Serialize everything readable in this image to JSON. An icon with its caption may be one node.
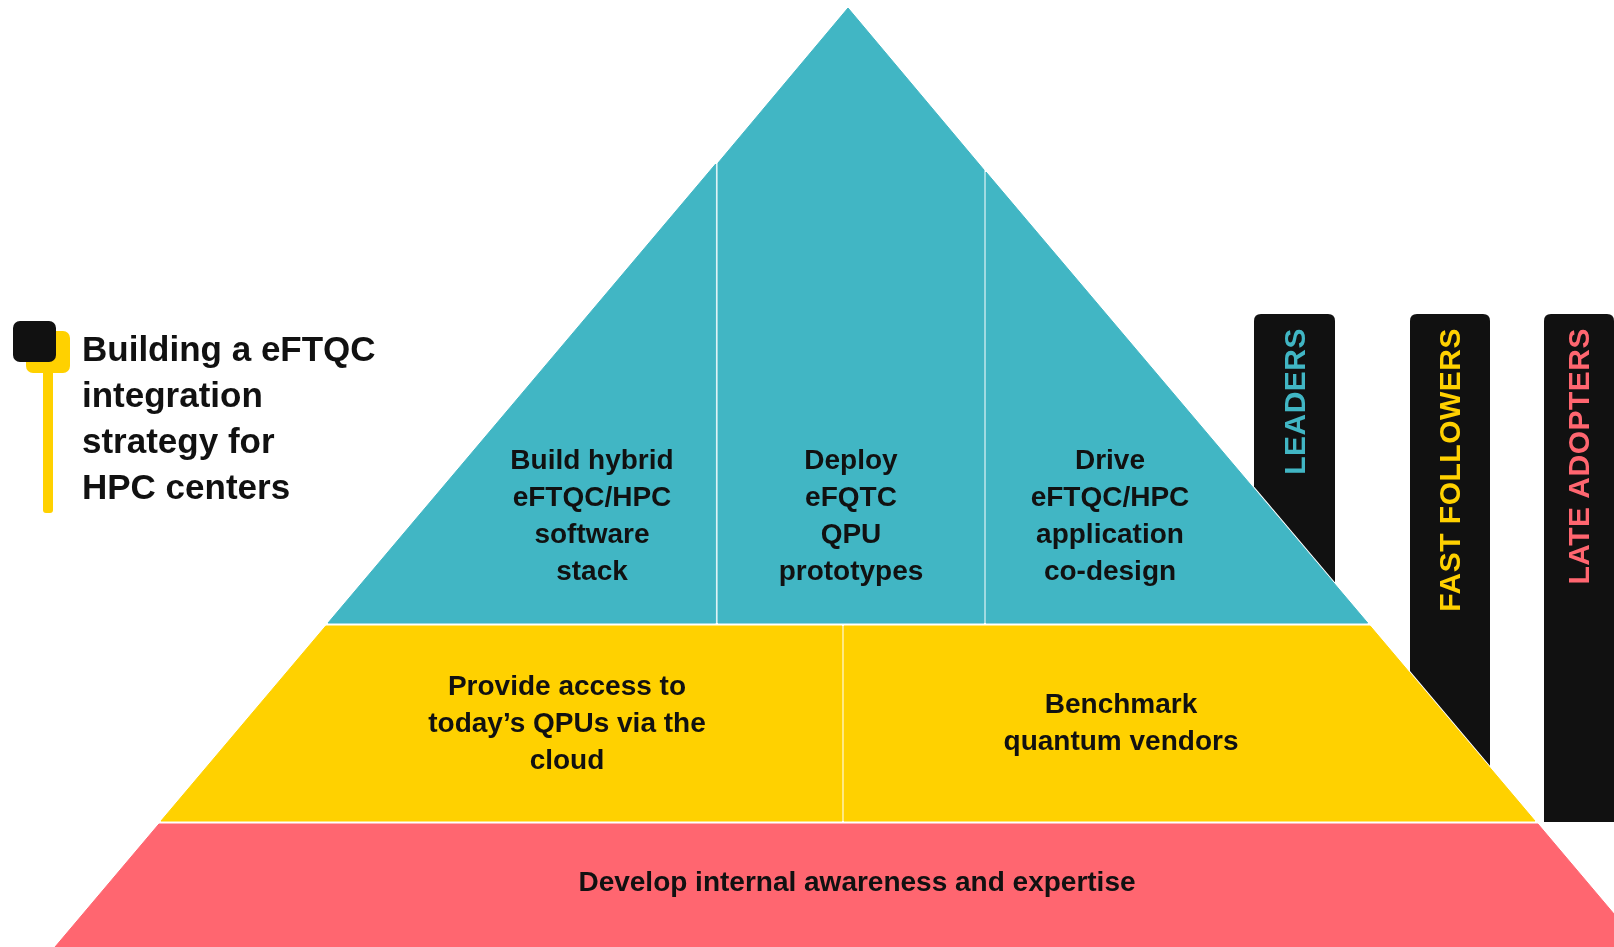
{
  "diagram": {
    "title": "Building a eFTQC integration strategy for HPC centers",
    "nodes": [
      {
        "text": [
          "Build hybrid eFTQC/HPC software stack"
        ]
      },
      {
        "text": [
          "Deploy eFQTC QPU prototypes"
        ]
      },
      {
        "text": [
          "Drive eFTQC/HPC application co-design"
        ]
      },
      {
        "text": [
          "Provide access to today’s QPUs via the cloud"
        ]
      },
      {
        "text": [
          "Benchmark quantum vendors"
        ]
      },
      {
        "text": [
          "Develop internal awareness and expertise"
        ]
      },
      {
        "text": [
          "LEADERS"
        ]
      },
      {
        "text": [
          "FAST FOLLOWERS"
        ]
      },
      {
        "text": [
          "LATE ADOPTERS"
        ]
      }
    ]
  }
}
